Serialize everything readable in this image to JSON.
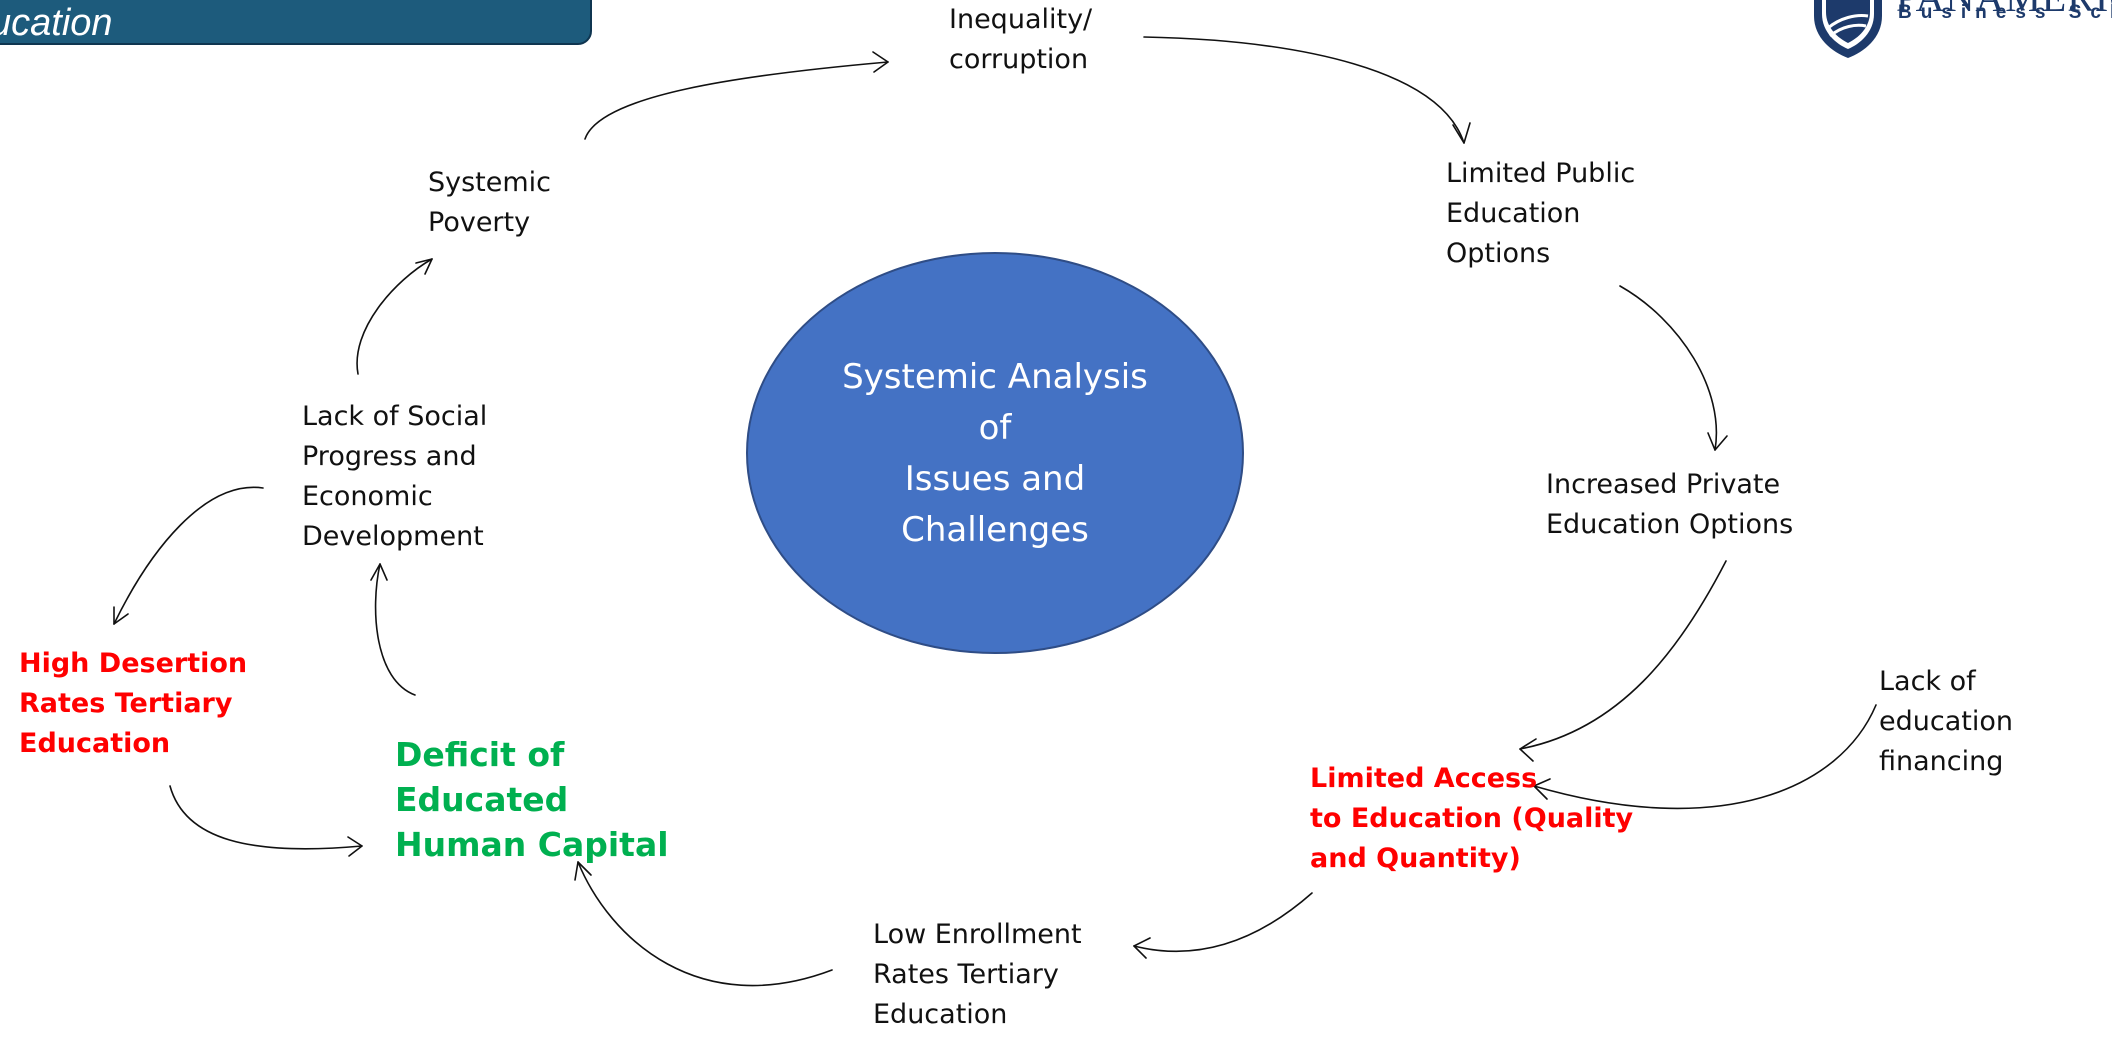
{
  "header": {
    "title": "ucation"
  },
  "logo": {
    "wordmark": "PANAMERICA",
    "subline": "Business Sch"
  },
  "center": {
    "label": "Systemic Analysis\nof\nIssues and\nChallenges",
    "fill": "#4472c4"
  },
  "nodes": {
    "inequality": "Inequality/\ncorruption",
    "limited_public": "Limited Public\nEducation\nOptions",
    "increased_private": "Increased Private\nEducation Options",
    "lack_financing": "Lack of education\nfinancing",
    "limited_access": "Limited Access\nto Education (Quality\nand Quantity)",
    "low_enrollment": "Low Enrollment\nRates Tertiary\nEducation",
    "deficit_capital": "Deficit of\nEducated\nHuman Capital",
    "high_desertion": "High Desertion\nRates Tertiary\nEducation",
    "lack_social": "Lack of Social\nProgress and\nEconomic\nDevelopment",
    "systemic_poverty": "Systemic\nPoverty"
  },
  "colors": {
    "highlight_red": "#ff0000",
    "highlight_green": "#00b050",
    "header_bar": "#1d5b7c",
    "arrow": "#111111"
  }
}
